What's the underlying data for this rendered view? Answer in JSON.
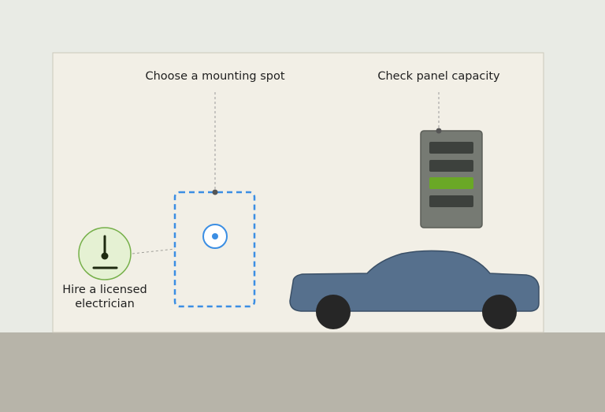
{
  "labels": {
    "mounting_spot": "Choose a mounting spot",
    "panel_capacity": "Check panel capacity",
    "electrician_line1": "Hire a licensed",
    "electrician_line2": "electrician"
  },
  "icons": {
    "electrician": "electrician-tool-icon",
    "mounting_target": "target-icon",
    "panel": "electrical-panel-icon",
    "car": "car-icon"
  },
  "colors": {
    "background": "#e9ebe5",
    "wall": "#f2efe6",
    "floor": "#b7b4a9",
    "mount_outline": "#3b8ee3",
    "panel_body": "#767a73",
    "panel_breaker": "#3d413d",
    "panel_highlight": "#6aa826",
    "car_body": "#56708d",
    "wheel": "#262626",
    "electrician_fill": "#e5f1d3",
    "electrician_stroke": "#76b04a"
  }
}
